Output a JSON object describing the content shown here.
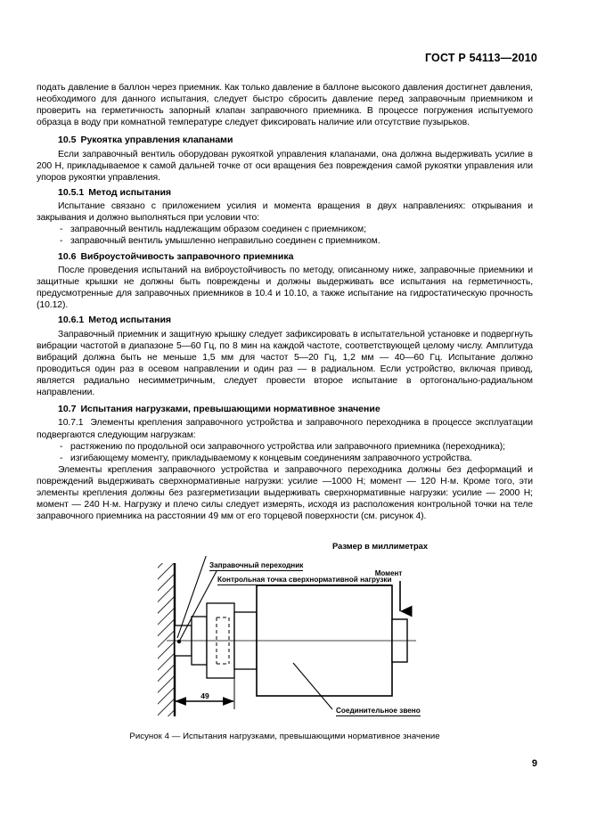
{
  "header": {
    "standard_code": "ГОСТ Р 54113—2010"
  },
  "page_number": "9",
  "body": {
    "intro_paragraph": "подать давление в баллон через приемник. Как только давление в баллоне высокого давления достигнет давления, необходимого для данного испытания, следует быстро сбросить давление перед заправочным приемником и проверить на герметичность запорный клапан заправочного приемника. В процессе погружения испытуемого образца в воду при комнатной температуре следует фиксировать наличие или отсутствие пузырьков.",
    "sections": [
      {
        "number": "10.5",
        "title": "Рукоятка управления клапанами",
        "paragraph": "Если заправочный вентиль оборудован рукояткой управления клапанами, она должна выдерживать усилие в 200 Н, прикладываемое к самой дальней точке от оси вращения без повреждения самой рукоятки управления или упоров рукоятки управления."
      },
      {
        "number": "10.5.1",
        "title": "Метод испытания",
        "paragraph": "Испытание связано с приложением усилия и момента вращения в двух направлениях: открывания и закрывания и должно выполняться при условии что:",
        "bullets": [
          "заправочный вентиль надлежащим образом соединен с приемником;",
          "заправочный вентиль умышленно неправильно соединен с приемником."
        ]
      },
      {
        "number": "10.6",
        "title": "Виброустойчивость заправочного приемника",
        "paragraph": "После проведения испытаний на виброустойчивость по методу, описанному ниже, заправочные приемники и защитные крышки не должны быть повреждены и должны выдерживать все испытания на герметичность, предусмотренные для заправочных приемников в 10.4 и 10.10, а также испытание на гидростатическую прочность (10.12)."
      },
      {
        "number": "10.6.1",
        "title": "Метод испытания",
        "paragraph": "Заправочный приемник и защитную крышку следует зафиксировать в испытательной установке и подвергнуть вибрации частотой в диапазоне 5—60 Гц, по 8 мин на каждой частоте, соответствующей целому числу. Амплитуда вибраций должна быть не меньше 1,5 мм для частот 5—20 Гц, 1,2 мм — 40—60 Гц. Испытание должно проводиться один раз в осевом направлении и один раз — в радиальном. Если устройство, включая привод, является радиально несимметричным, следует провести второе испытание в ортогонально-радиальном направлении."
      },
      {
        "number": "10.7",
        "title": "Испытания нагрузками, превышающими нормативное значение",
        "subclause_number": "10.7.1",
        "subclause_paragraph": "Элементы крепления заправочного устройства и заправочного переходника в процессе эксплуатации подвергаются следующим нагрузкам:",
        "bullets": [
          "растяжению по продольной оси заправочного устройства или заправочного приемника (переходника);",
          "изгибающему моменту, прикладываемому к концевым соединениям заправочного устройства."
        ],
        "closing_paragraph": "Элементы крепления заправочного устройства и заправочного переходника должны без деформаций и повреждений выдерживать сверхнормативные нагрузки: усилие —1000 Н; момент — 120 Н·м. Кроме того, эти элементы крепления должны без разгерметизации выдерживать сверхнормативные нагрузки: усилие — 2000 Н; момент — 240 Н·м. Нагрузку и плечо силы следует измерять, исходя из расположения контрольной точки на теле заправочного приемника на расстоянии 49 мм от его торцевой поверхности (см. рисунок 4)."
      }
    ]
  },
  "figure": {
    "units_note": "Размер в миллиметрах",
    "labels": {
      "adapter": "Заправочный переходник",
      "control_point": "Контрольная точка сверхнормативной нагрузки",
      "moment": "Момент",
      "connecting_link": "Соединительное звено"
    },
    "dimension": "49",
    "caption": "Рисунок 4 — Испытания нагрузками, превышающими нормативное значение"
  }
}
